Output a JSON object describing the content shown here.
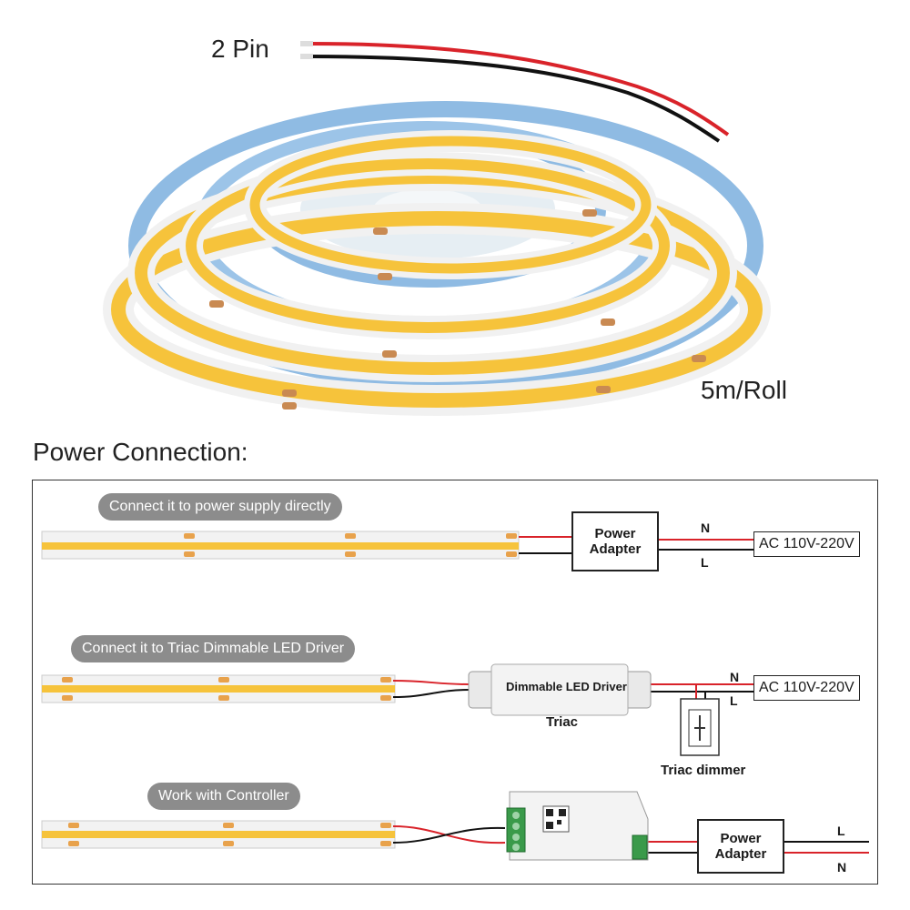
{
  "photo": {
    "pin_label": "2 Pin",
    "roll_label": "5m/Roll"
  },
  "section_title": "Power Connection:",
  "rows": [
    {
      "pill": "Connect it to power supply directly",
      "device": "Power\nAdapter",
      "wire_n": "N",
      "wire_l": "L",
      "ac": "AC 110V-220V"
    },
    {
      "pill": "Connect it to Triac Dimmable LED Driver",
      "device": "Dimmable LED Driver",
      "device_caption": "Triac",
      "dimmer_caption": "Triac dimmer",
      "wire_n": "N",
      "wire_l": "L",
      "ac": "AC 110V-220V"
    },
    {
      "pill": "Work with Controller",
      "device": "Power\nAdapter",
      "wire_l": "L",
      "wire_n": "N"
    }
  ],
  "colors": {
    "led_yellow": "#f6c33b",
    "pad_orange": "#e8a24c",
    "wire_red": "#d9232a",
    "wire_black": "#111111",
    "tape_blue": "#8fbbe3",
    "pill_gray": "#8c8c8c"
  }
}
